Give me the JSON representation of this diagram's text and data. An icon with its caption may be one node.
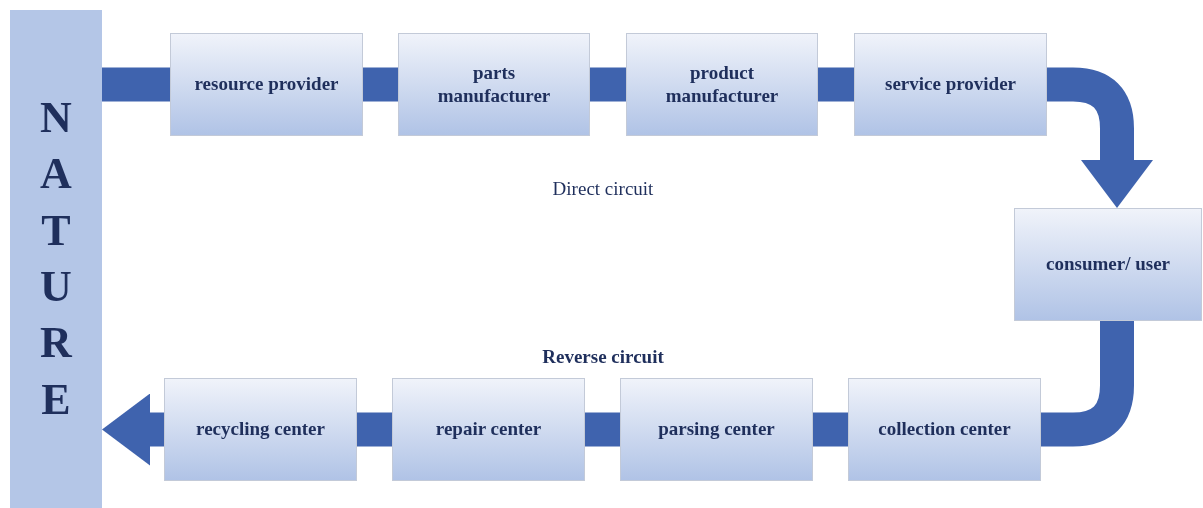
{
  "diagram": {
    "nodes": [
      {
        "text": [
          "NATURE"
        ]
      },
      {
        "text": [
          "resource provider"
        ]
      },
      {
        "text": [
          "parts manufacturer"
        ]
      },
      {
        "text": [
          "product manufacturer"
        ]
      },
      {
        "text": [
          "service provider"
        ]
      },
      {
        "text": [
          "consumer/ user"
        ]
      },
      {
        "text": [
          "recycling center"
        ]
      },
      {
        "text": [
          "repair center"
        ]
      },
      {
        "text": [
          "parsing center"
        ]
      },
      {
        "text": [
          "collection center"
        ]
      }
    ],
    "edges": [
      {
        "from": 0,
        "to": 1,
        "arrow": "none"
      },
      {
        "from": 1,
        "to": 2,
        "arrow": "none"
      },
      {
        "from": 2,
        "to": 3,
        "arrow": "none"
      },
      {
        "from": 3,
        "to": 4,
        "arrow": "none"
      },
      {
        "from": 4,
        "to": 5,
        "arrow": "to"
      },
      {
        "from": 5,
        "to": 9,
        "arrow": "none"
      },
      {
        "from": 9,
        "to": 8,
        "arrow": "none"
      },
      {
        "from": 8,
        "to": 7,
        "arrow": "none"
      },
      {
        "from": 7,
        "to": 6,
        "arrow": "none"
      },
      {
        "from": 6,
        "to": 0,
        "arrow": "to"
      }
    ],
    "labels": [
      "Direct circuit",
      "Reverse circuit"
    ]
  }
}
